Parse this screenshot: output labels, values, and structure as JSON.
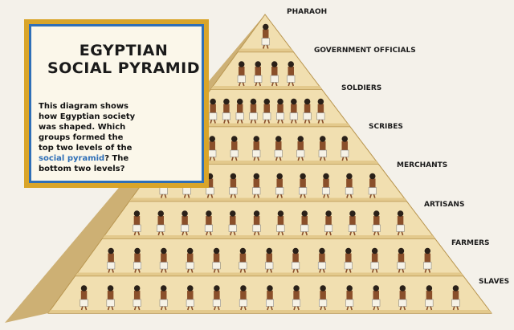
{
  "infobox": {
    "title_line1": "EGYPTIAN",
    "title_line2": "SOCIAL PYRAMID",
    "text_before_link": "This diagram shows how Egyptian society was shaped. Which groups formed the top two levels of the",
    "link_text": "social pyramid",
    "text_after_link": "? The bottom two levels?"
  },
  "levels": [
    {
      "label": "PHARAOH"
    },
    {
      "label": "GOVERNMENT OFFICIALS"
    },
    {
      "label": "SOLDIERS"
    },
    {
      "label": "SCRIBES"
    },
    {
      "label": "MERCHANTS"
    },
    {
      "label": "ARTISANS"
    },
    {
      "label": "FARMERS"
    },
    {
      "label": "SLAVES"
    }
  ],
  "colors": {
    "stone_light": "#f1dfb0",
    "stone_mid": "#e3c98c",
    "stone_shadow": "#c8ab66",
    "border_gold": "#d9a52a",
    "border_blue": "#2f6fb7",
    "figure_skin": "#8a4f2a",
    "figure_cloth": "#f6f2e6"
  }
}
